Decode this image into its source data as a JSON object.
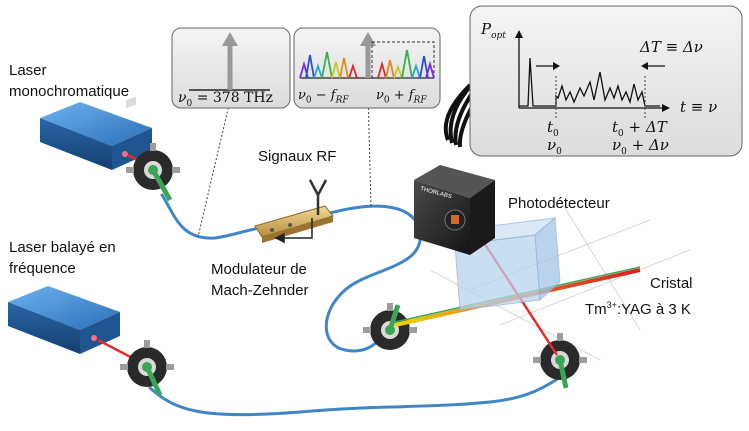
{
  "labels": {
    "laser_mono": [
      "Laser",
      "monochromatique"
    ],
    "laser_sweep": [
      "Laser balayé en",
      "fréquence"
    ],
    "signaux_rf": "Signaux RF",
    "modulator": [
      "Modulateur de",
      "Mach-Zehnder"
    ],
    "photodetector": "Photodétecteur",
    "crystal_line1": "Cristal",
    "crystal_line2_base": "Tm",
    "crystal_line2_sup": "3+",
    "crystal_line2_rest": ":YAG à 3 K"
  },
  "inset_carrier": {
    "nu0": "ν",
    "sub0": "0",
    "rest": " = 378 THz"
  },
  "inset_sidebands": {
    "left": "ν",
    "left_sub": "0",
    "left_rest": " − f",
    "left_sub2": "RF",
    "right": "ν",
    "right_sub": "0",
    "right_rest": " + f",
    "right_sub2": "RF"
  },
  "inset_signal": {
    "yaxis_main": "P",
    "yaxis_sub": "opt",
    "xaxis": "t ≡ ν",
    "delta": "ΔT ≡ Δν",
    "t0_main": "t",
    "t0_sub": "0",
    "nu0_main": "ν",
    "nu0_sub": "0",
    "t1_main": "t",
    "t1_sub": "0",
    "t1_rest": " + ΔT",
    "nu1_main": "ν",
    "nu1_sub": "0",
    "nu1_rest": " + Δν"
  },
  "colors": {
    "laser_body": "#2f78c4",
    "fiber": "#3f86c9",
    "red_beam": "#e52b2b",
    "green_mount": "#3aa655",
    "crystal": "#b8d3ec"
  }
}
